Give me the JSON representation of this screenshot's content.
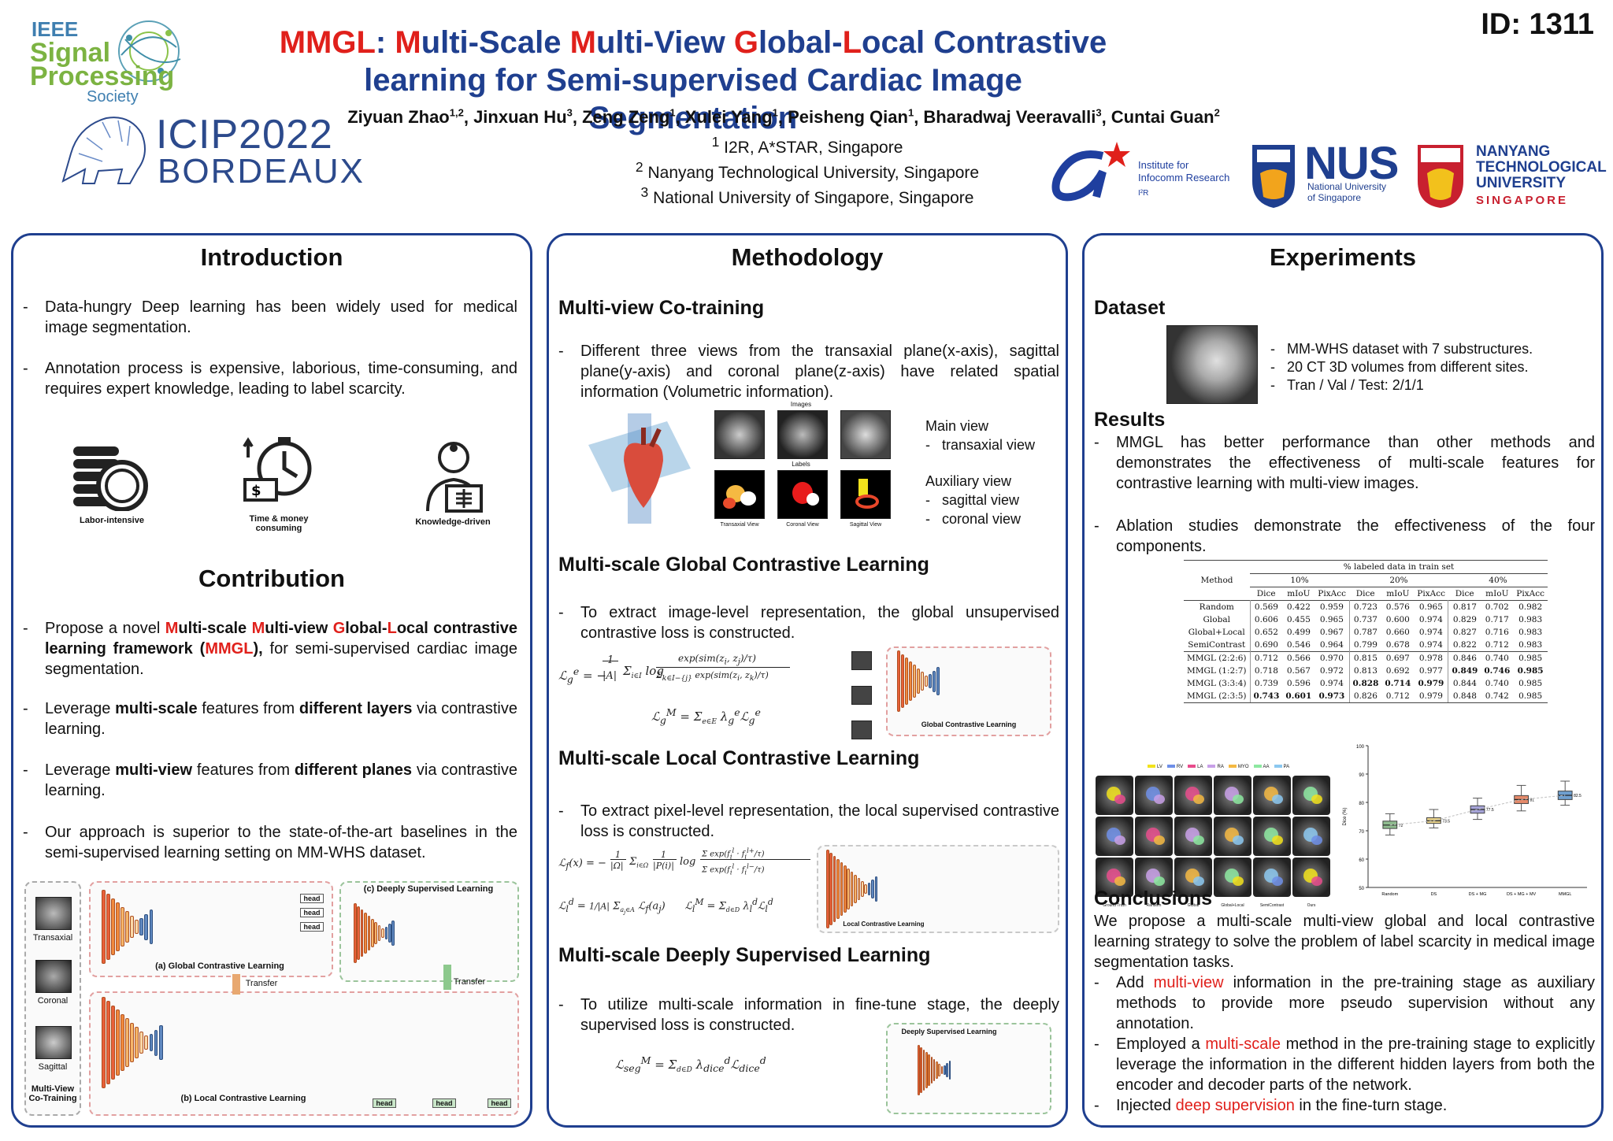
{
  "header": {
    "id_label": "ID: 1311",
    "title_parts_line1": [
      [
        "MMGL",
        1
      ],
      [
        ": ",
        0
      ],
      [
        "M",
        1
      ],
      [
        "ulti-Scale ",
        0
      ],
      [
        "M",
        1
      ],
      [
        "ulti-View ",
        0
      ],
      [
        "G",
        1
      ],
      [
        "lobal-",
        0
      ],
      [
        "L",
        1
      ],
      [
        "ocal Contrastive",
        0
      ]
    ],
    "title_line2": "learning for Semi-supervised Cardiac Image Segmentation",
    "authors": [
      [
        "Ziyuan Zhao",
        "1,2"
      ],
      [
        "Jinxuan Hu",
        "3"
      ],
      [
        "Zeng Zeng",
        "1"
      ],
      [
        "Xulei Yang",
        "1"
      ],
      [
        "Peisheng Qian",
        "1"
      ],
      [
        "Bharadwaj Veeravalli",
        "3"
      ],
      [
        "Cuntai Guan",
        "2"
      ]
    ],
    "affiliations": [
      [
        "1",
        "I2R, A*STAR, Singapore"
      ],
      [
        "2",
        "Nanyang Technological University, Singapore"
      ],
      [
        "3",
        "National University of Singapore, Singapore"
      ]
    ],
    "logos": {
      "ieee_line1": "IEEE",
      "ieee_line2": "Signal",
      "ieee_line3": "Processing",
      "ieee_line4": "Society",
      "icip_line1": "ICIP2022",
      "icip_line2": "BORDEAUX",
      "i2r_line1": "Institute for",
      "i2r_line2": "Infocomm Research",
      "i2r_line3": "I²R",
      "nus": "NUS",
      "nus_sub1": "National University",
      "nus_sub2": "of Singapore",
      "ntu_line1": "NANYANG",
      "ntu_line2": "TECHNOLOGICAL",
      "ntu_line3": "UNIVERSITY",
      "ntu_line4": "SINGAPORE"
    }
  },
  "intro": {
    "heading": "Introduction",
    "bullets": [
      "Data-hungry Deep learning has been widely used for medical image segmentation.",
      "Annotation process is expensive, laborious, time-consuming, and requires expert knowledge, leading to label scarcity."
    ],
    "icons": [
      {
        "name": "coins-icon",
        "label": "Labor-intensive"
      },
      {
        "name": "clock-money-icon",
        "label": "Time & money consuming"
      },
      {
        "name": "doctor-icon",
        "label": "Knowledge-driven"
      }
    ]
  },
  "contribution": {
    "heading": "Contribution",
    "b2_parts": [
      [
        "Leverage ",
        0
      ],
      [
        "multi-scale",
        1
      ],
      [
        " features from ",
        0
      ],
      [
        "different layers",
        1
      ],
      [
        " via contrastive learning.",
        0
      ]
    ],
    "b3_parts": [
      [
        "Leverage ",
        0
      ],
      [
        "multi-view",
        1
      ],
      [
        " features from ",
        0
      ],
      [
        "different planes",
        1
      ],
      [
        " via contrastive learning.",
        0
      ]
    ],
    "b4": "Our approach is superior to the state-of-the-art baselines in the semi-supervised learning setting on MM-WHS dataset.",
    "b1_pre": "Propose a novel ",
    "b1_post": " for semi-supervised cardiac image segmentation.",
    "b1_bold_parts": [
      [
        "M",
        "r"
      ],
      [
        "ulti-scale ",
        "b"
      ],
      [
        "M",
        "r"
      ],
      [
        "ulti-view ",
        "b"
      ],
      [
        "G",
        "r"
      ],
      [
        "lobal-",
        "b"
      ],
      [
        "L",
        "r"
      ],
      [
        "ocal contrastive learning framework (",
        "b"
      ],
      [
        "MMGL",
        "r"
      ],
      [
        "),",
        "b"
      ]
    ]
  },
  "fig_intro": {
    "views": [
      "Transaxial",
      "Coronal",
      "Sagittal"
    ],
    "mvct": "Multi-View Co-Training",
    "global": "(a) Global Contrastive Learning",
    "local": "(b) Local Contrastive Learning",
    "deep": "(c) Deeply Supervised Learning",
    "transfer": "Transfer",
    "head": "head"
  },
  "method": {
    "heading": "Methodology",
    "s1": "Multi-view Co-training",
    "s1_text": "Different three views from the transaxial plane(x-axis), sagittal plane(y-axis) and coronal plane(z-axis) have related spatial information (Volumetric information).",
    "main_view": "Main view",
    "main_view_item": "transaxial view",
    "aux_view": "Auxiliary view",
    "aux_items": [
      "sagittal view",
      "coronal view"
    ],
    "img_captions": [
      "Transaxial View",
      "Coronal View",
      "Sagittal View"
    ],
    "img_top_labels": [
      "Images",
      "Labels"
    ],
    "s2": "Multi-scale Global Contrastive Learning",
    "s2_text": "To extract image-level representation, the global unsupervised contrastive loss is constructed.",
    "s2_fig": "Global Contrastive Learning",
    "s3": "Multi-scale Local Contrastive Learning",
    "s3_text": "To extract pixel-level representation, the local supervised contrastive loss is constructed.",
    "s3_fig": "Local Contrastive Learning",
    "s4": "Multi-scale  Deeply Supervised Learning",
    "s4_text": "To utilize multi-scale information in fine-tune stage, the deeply supervised loss is constructed.",
    "s4_fig": "Deeply Supervised Learning",
    "eq1": "ℒ_g^e = − 1/|A| Σ_{i∈I} log exp(sim(z_i, z_j)/τ) / Σ_{k∈I−{j}} exp(sim(z_i, z_k)/τ)",
    "eq2": "ℒ_g^M = Σ_{e∈E} λ_g^e ℒ_g^e",
    "eq3": "ℒ_f(x) = − 1/|Ω| Σ_{i∈Ω} 1/|P(i)| log Σ exp(f_i^l · f_i^{l+}/τ) / Σ exp(f_i^l · f_i^{l−}/τ)",
    "eq4": "ℒ_l^d = 1/|A| Σ_{a_j∈A} ℒ_f(a_j)     ℒ_l^M = Σ_{d∈D} λ_l^d ℒ_l^d",
    "eq5": "ℒ_seg^M = Σ_{d∈D} λ_dice^d ℒ_dice^d"
  },
  "exp": {
    "heading": "Experiments",
    "dataset": "Dataset",
    "ds_items": [
      "MM-WHS dataset with 7 substructures.",
      "20 CT 3D volumes from different sites.",
      "Tran / Val / Test: 2/1/1"
    ],
    "results": "Results",
    "res_items": [
      "MMGL has better performance than other methods and demonstrates the effectiveness of multi-scale features for contrastive learning with multi-view images.",
      "Ablation studies demonstrate the effectiveness of the four components."
    ],
    "table": {
      "span_header": "% labeled data in train set",
      "method": "Method",
      "groups": [
        "10%",
        "20%",
        "40%"
      ],
      "metrics": [
        "Dice",
        "mIoU",
        "PixAcc"
      ],
      "rows": [
        {
          "m": "Random",
          "v": [
            "0.569",
            "0.422",
            "0.959",
            "0.723",
            "0.576",
            "0.965",
            "0.817",
            "0.702",
            "0.982"
          ],
          "b": []
        },
        {
          "m": "Global",
          "v": [
            "0.606",
            "0.455",
            "0.965",
            "0.737",
            "0.600",
            "0.974",
            "0.829",
            "0.717",
            "0.983"
          ],
          "b": []
        },
        {
          "m": "Global+Local",
          "v": [
            "0.652",
            "0.499",
            "0.967",
            "0.787",
            "0.660",
            "0.974",
            "0.827",
            "0.716",
            "0.983"
          ],
          "b": []
        },
        {
          "m": "SemiContrast",
          "v": [
            "0.690",
            "0.546",
            "0.964",
            "0.799",
            "0.678",
            "0.974",
            "0.822",
            "0.712",
            "0.983"
          ],
          "b": []
        },
        {
          "m": "MMGL (2:2:6)",
          "v": [
            "0.712",
            "0.566",
            "0.970",
            "0.815",
            "0.697",
            "0.978",
            "0.846",
            "0.740",
            "0.985"
          ],
          "b": []
        },
        {
          "m": "MMGL (1:2:7)",
          "v": [
            "0.718",
            "0.567",
            "0.972",
            "0.813",
            "0.692",
            "0.977",
            "0.849",
            "0.746",
            "0.985"
          ],
          "b": [
            6,
            7,
            8
          ]
        },
        {
          "m": "MMGL (3:3:4)",
          "v": [
            "0.739",
            "0.596",
            "0.974",
            "0.828",
            "0.714",
            "0.979",
            "0.844",
            "0.740",
            "0.985"
          ],
          "b": [
            3,
            4,
            5
          ]
        },
        {
          "m": "MMGL (2:3:5)",
          "v": [
            "0.743",
            "0.601",
            "0.973",
            "0.826",
            "0.712",
            "0.979",
            "0.848",
            "0.742",
            "0.985"
          ],
          "b": [
            0,
            1,
            2
          ]
        }
      ]
    },
    "seg_legend": [
      "LV",
      "RV",
      "LA",
      "RA",
      "MYO",
      "AA",
      "PA"
    ],
    "seg_cols": [
      "Ground Truth",
      "Random",
      "Global",
      "Global+Local",
      "SemiContrast",
      "Ours"
    ],
    "conclusions": "Conclusions",
    "concl_text": "We propose a multi-scale multi-view global and local contrastive learning strategy to solve the problem of label scarcity in medical image segmentation tasks.",
    "c1_parts": [
      [
        "Add ",
        0
      ],
      [
        "multi-view",
        1
      ],
      [
        " information in the pre-training stage as auxiliary methods to provide more pseudo supervision without any annotation.",
        0
      ]
    ],
    "c2_parts": [
      [
        "Employed a ",
        0
      ],
      [
        "multi-scale",
        1
      ],
      [
        " method in the pre-training stage to explicitly leverage the information in the different hidden layers from both the encoder and decoder parts of the network.",
        0
      ]
    ],
    "c3_parts": [
      [
        "Injected ",
        0
      ],
      [
        "deep supervision",
        1
      ],
      [
        " in the fine-turn stage.",
        0
      ]
    ]
  },
  "chart_data": {
    "type": "box",
    "categories": [
      "Random",
      "DS",
      "DS + MG",
      "DS + MG + MV",
      "MMGL"
    ],
    "ylabel": "Dice (%)",
    "ylim": [
      50,
      100
    ],
    "yticks": [
      50,
      60,
      70,
      80,
      90,
      100
    ],
    "medians": [
      72.0,
      73.5,
      77.5,
      81.0,
      82.5
    ],
    "q1": [
      70.8,
      72.6,
      76.2,
      79.6,
      81.0
    ],
    "q3": [
      73.4,
      74.6,
      78.8,
      82.4,
      84.0
    ],
    "whisk_lo": [
      68.5,
      71.0,
      74.0,
      77.0,
      79.0
    ],
    "whisk_hi": [
      76.0,
      77.5,
      81.5,
      86.0,
      87.5
    ],
    "median_labels": [
      "72",
      "73.5",
      "77.5",
      "81",
      "82.5"
    ],
    "colors": [
      "#8fbc8f",
      "#e8d28a",
      "#a5a3d8",
      "#e58a6a",
      "#6f9fcf"
    ]
  }
}
